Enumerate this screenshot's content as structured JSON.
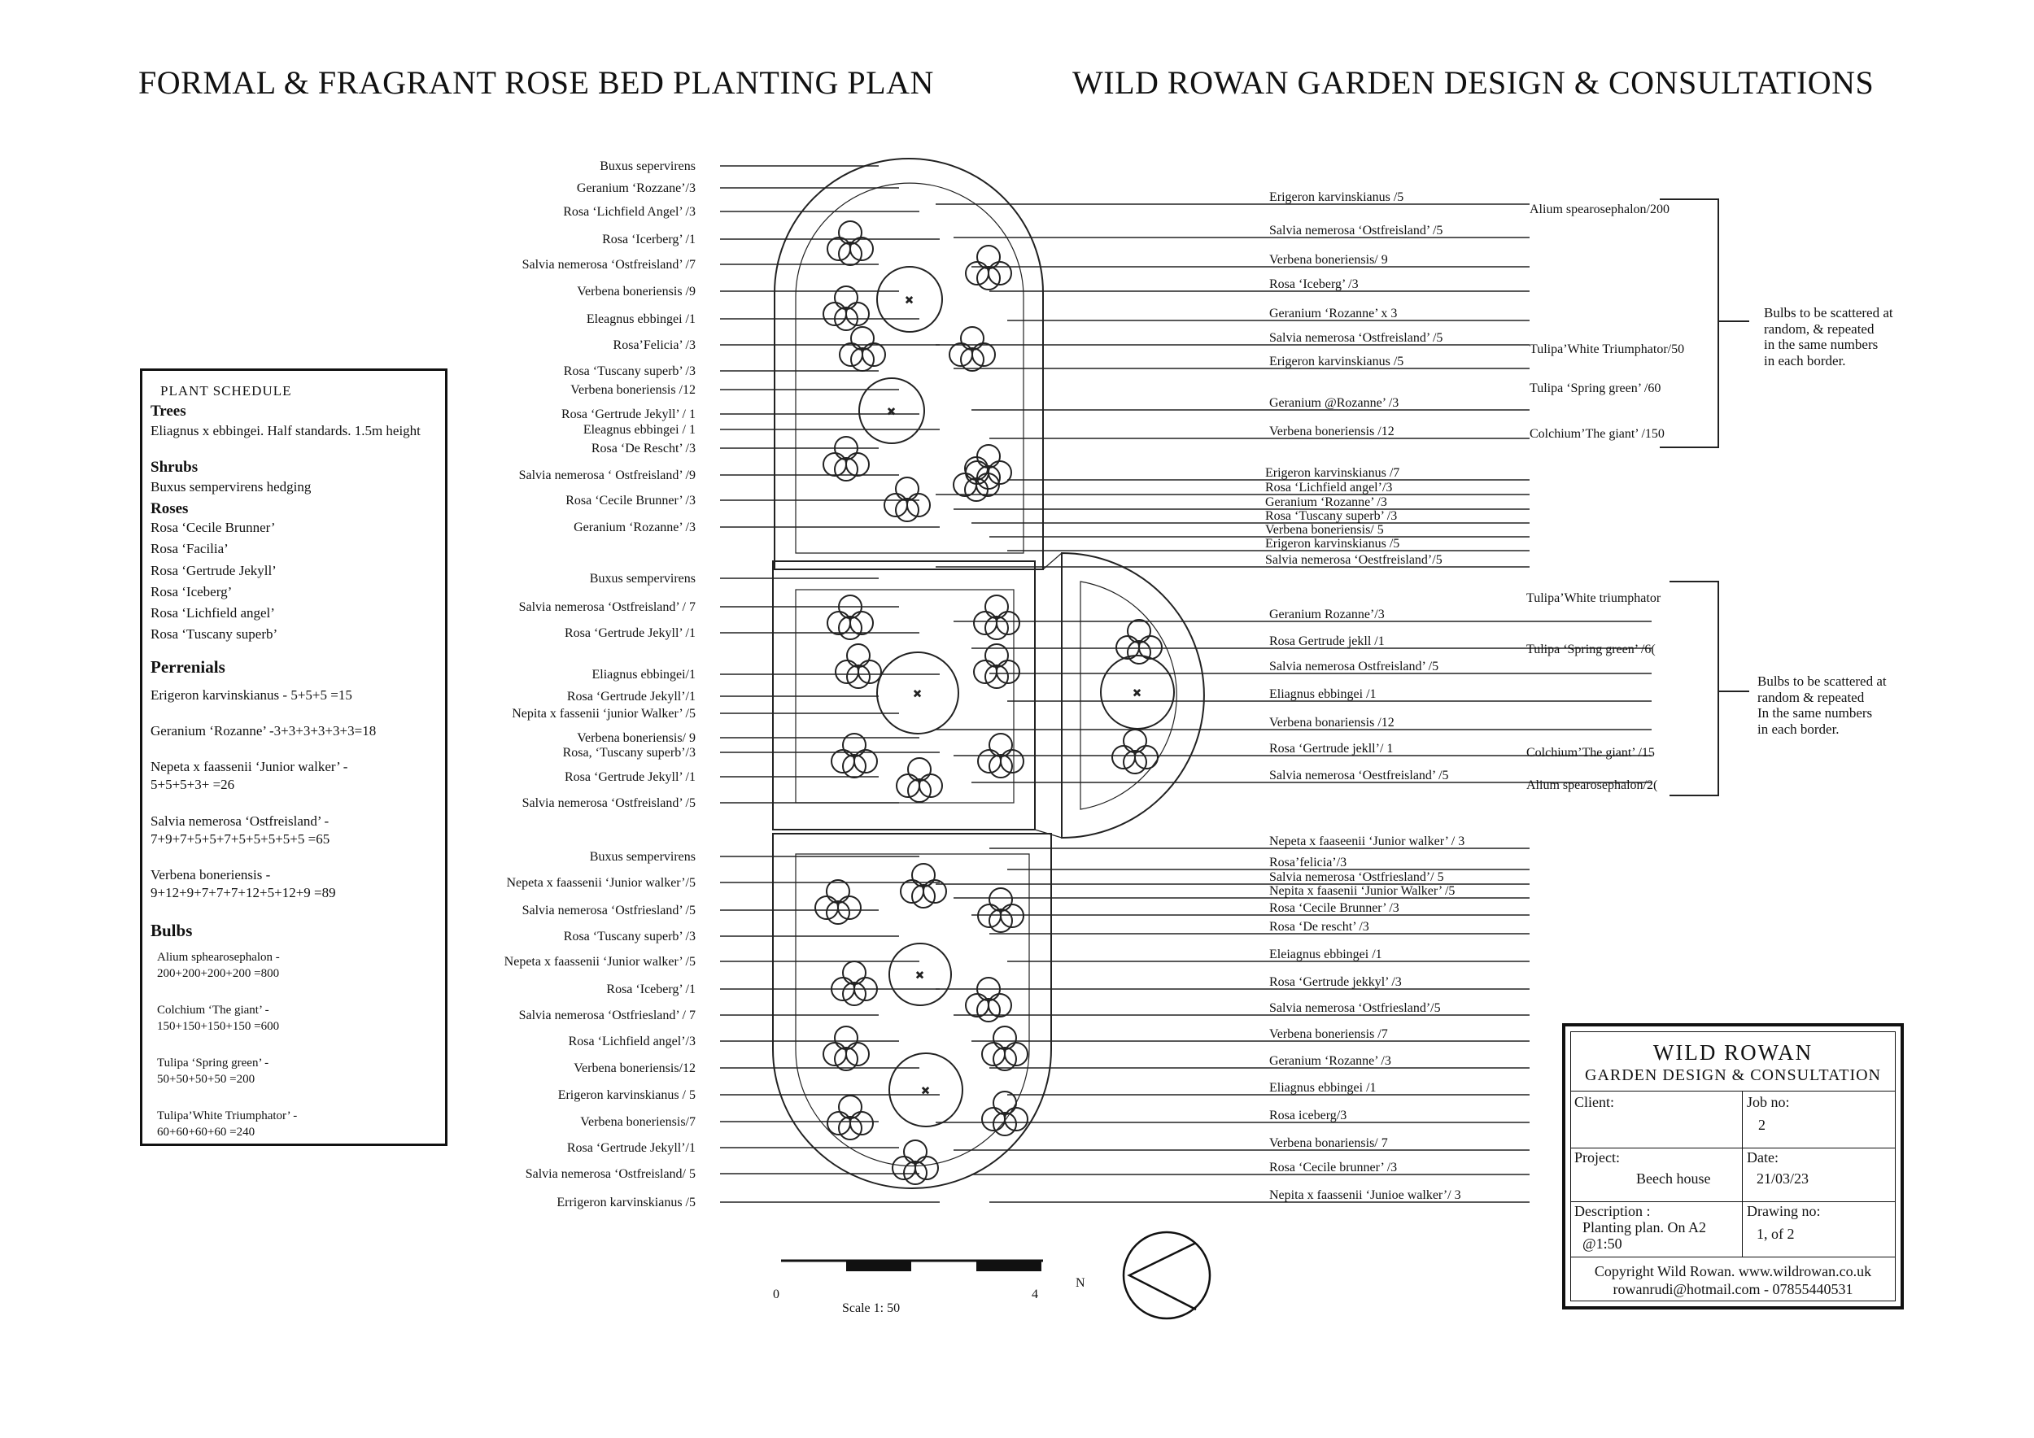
{
  "header": {
    "left_title": "FORMAL & FRAGRANT ROSE BED PLANTING PLAN",
    "right_title": "WILD ROWAN GARDEN DESIGN & CONSULTATIONS"
  },
  "schedule": {
    "title": "PLANT SCHEDULE",
    "trees_heading": "Trees",
    "trees_text": "Eliagnus x ebbingei. Half standards. 1.5m height",
    "shrubs_heading": "Shrubs",
    "shrubs_text": "Buxus sempervirens hedging",
    "roses_heading": "Roses",
    "roses": [
      "Rosa ‘Cecile Brunner’",
      "Rosa ‘Facilia’",
      "Rosa ‘Gertrude Jekyll’",
      "Rosa ‘Iceberg’",
      "Rosa ‘Lichfield angel’",
      "Rosa ‘Tuscany superb’"
    ],
    "perennials_heading": "Perrenials",
    "perennials": [
      [
        "Erigeron karvinskianus - 5+5+5 =15"
      ],
      [
        "Geranium ‘Rozanne’ -3+3+3+3+3+3=18"
      ],
      [
        "Nepeta x faassenii ‘Junior walker’ -",
        "5+5+5+3+ =26"
      ],
      [
        "Salvia nemerosa ‘Ostfreisland’ -",
        "7+9+7+5+5+7+5+5+5+5+5 =65"
      ],
      [
        "Verbena boneriensis -",
        "9+12+9+7+7+7+12+5+12+9 =89"
      ]
    ],
    "bulbs_heading": "Bulbs",
    "bulbs": [
      [
        "Alium sphearosephalon -",
        "200+200+200+200 =800"
      ],
      [
        "Colchium ‘The giant’ -",
        "150+150+150+150 =600"
      ],
      [
        "Tulipa ‘Spring green’ -",
        "50+50+50+50 =200"
      ],
      [
        "Tulipa’White Triumphator’ -",
        "60+60+60+60 =240"
      ]
    ]
  },
  "labels_left": [
    "Buxus sepervirens",
    "Geranium ‘Rozzane’/3",
    "Rosa ‘Lichfield Angel’ /3",
    "Rosa ‘Icerberg’ /1",
    "Salvia nemerosa ‘Ostfreisland’ /7",
    "Verbena boneriensis /9",
    "Eleagnus ebbingei /1",
    "Rosa’Felicia’ /3",
    "Rosa ‘Tuscany superb’ /3",
    "Verbena boneriensis /12",
    "Rosa ‘Gertrude Jekyll’ / 1",
    "Eleagnus ebbingei / 1",
    "Rosa ‘De Rescht’ /3",
    "Salvia nemerosa ‘ Ostfreisland’ /9",
    "Rosa ‘Cecile Brunner’ /3",
    "Geranium ‘Rozanne’ /3",
    "Buxus sempervirens",
    "Salvia nemerosa ‘Ostfreisland’ / 7",
    "Rosa ‘Gertrude Jekyll’ /1",
    "Eliagnus ebbingei/1",
    "Rosa ‘Gertrude Jekyll’/1",
    "Nepita x fassenii ‘junior Walker’ /5",
    "Verbena boneriensis/ 9",
    "Rosa, ‘Tuscany superb’/3",
    "Rosa ‘Gertrude Jekyll’ /1",
    "Salvia nemerosa ‘Ostfreisland’ /5",
    "Buxus sempervirens",
    "Nepeta x faassenii ‘Junior walker’/5",
    "Salvia nemerosa ‘Ostfriesland’ /5",
    "Rosa ‘Tuscany superb’ /3",
    "Nepeta x faassenii ‘Junior walker’ /5",
    "Rosa ‘Iceberg’ /1",
    "Salvia nemerosa ‘Ostfriesland’ / 7",
    "Rosa ‘Lichfield angel’/3",
    "Verbena boneriensis/12",
    "Erigeron karvinskianus / 5",
    "Verbena boneriensis/7",
    "Rosa ‘Gertrude Jekyll’/1",
    "Salvia nemerosa ‘Ostfreisland/ 5",
    "Errigeron karvinskianus /5"
  ],
  "labels_right": [
    "Erigeron karvinskianus /5",
    "Salvia nemerosa ‘Ostfreisland’ /5",
    "Verbena boneriensis/ 9",
    "Rosa ‘Iceberg’ /3",
    "Geranium ‘Rozanne’ x 3",
    "Salvia nemerosa ‘Ostfreisland’ /5",
    "Erigeron karvinskianus /5",
    "Geranium @Rozanne’ /3",
    "Verbena boneriensis /12",
    "Erigeron karvinskianus /7",
    "Rosa ‘Lichfield angel’/3",
    "Geranium ‘Rozanne’ /3",
    "Rosa ‘Tuscany superb’ /3",
    "Verbena boneriensis/ 5",
    "Erigeron karvinskianus /5",
    "Salvia nemerosa ‘Oestfreisland’/5",
    "Geranium Rozanne’/3",
    "Rosa Gertrude jekll /1",
    "Salvia nemerosa Ostfreisland’ /5",
    "Eliagnus ebbingei /1",
    "Verbena bonariensis /12",
    "Rosa ‘Gertrude jekll’/ 1",
    "Salvia nemerosa ‘Oestfreisland’ /5",
    "Nepeta x faaseenii ‘Junior walker’ / 3",
    "Rosa’felicia’/3",
    "Salvia nemerosa ‘Ostfriesland’/ 5",
    "Nepita x faasenii ‘Junior Walker’ /5",
    "Rosa ‘Cecile Brunner’ /3",
    "Rosa ‘De rescht’ /3",
    "Eleiagnus ebbingei /1",
    "Rosa ‘Gertrude jekkyl’ /3",
    "Salvia nemerosa ‘Ostfriesland’/5",
    "Verbena boneriensis /7",
    "Geranium ‘Rozanne’ /3",
    "Eliagnus ebbingei /1",
    "Rosa iceberg/3",
    "Verbena bonariensis/ 7",
    "Rosa ‘Cecile brunner’ /3",
    "Nepita x faassenii ‘Junioe walker’/ 3"
  ],
  "bulb_groups": [
    {
      "items": [
        "Alium spearosephalon/200",
        "Tulipa’White Triumphator/50",
        "Tulipa ‘Spring green’ /60",
        "Colchium’The giant’ /150"
      ],
      "note": [
        "Bulbs to be scattered at",
        "random, & repeated",
        " in the same numbers",
        "in each border."
      ]
    },
    {
      "items": [
        "Tulipa’White triumphator",
        "Tulipa ‘Spring green’ /6(",
        "Colchium’The giant’ /15",
        "Alium spearosephalon/2("
      ],
      "note": [
        "Bulbs to be scattered at",
        "random & repeated",
        "In the same numbers",
        "in each border."
      ]
    }
  ],
  "scale": {
    "zero": "0",
    "four": "4",
    "label": "Scale 1: 50"
  },
  "north": "N",
  "title_block": {
    "company": "WILD ROWAN",
    "subtitle": "GARDEN DESIGN & CONSULTATION",
    "client_label": "Client:",
    "job_label": "Job no:",
    "job_value": "2",
    "project_label": "Project:",
    "project_value": "Beech house",
    "date_label": "Date:",
    "date_value": "21/03/23",
    "description_label": "Description :",
    "description_value_1": "Planting plan. On A2",
    "description_value_2": "@1:50",
    "drawing_label": "Drawing no:",
    "drawing_value": "1, of 2",
    "copyright_1": "Copyright Wild Rowan. www.wildrowan.co.uk",
    "copyright_2": "rowanrudi@hotmail.com - 07855440531"
  }
}
